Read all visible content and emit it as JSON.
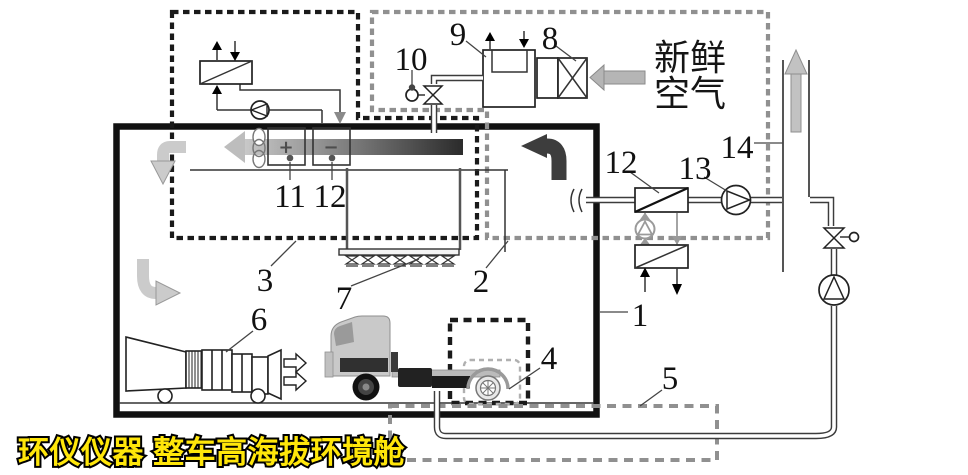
{
  "watermark": "环仪仪器 整车高海拔环境舱",
  "fresh_air": {
    "line1": "新鲜",
    "line2": "空气"
  },
  "callouts": {
    "c1": "1",
    "c2": "2",
    "c3": "3",
    "c4": "4",
    "c5": "5",
    "c6": "6",
    "c7": "7",
    "c8": "8",
    "c9": "9",
    "c10": "10",
    "c11": "11",
    "c12_duct": "12",
    "c12_exhaust": "12",
    "c13": "13",
    "c14": "14"
  },
  "symbols": {
    "heater_plus": "+",
    "cooler_minus": "−"
  },
  "colors": {
    "watermark_fill": "#ffe60a",
    "watermark_outline": "#000000",
    "dash_black": "#1a1a1a",
    "dash_gray": "#909090",
    "flow_arrow_light": "#cbcbcb",
    "flow_arrow_dark": "#3d3d3d",
    "gradient_dark": "#2b2b2b",
    "gradient_light": "#c8c8c8"
  }
}
